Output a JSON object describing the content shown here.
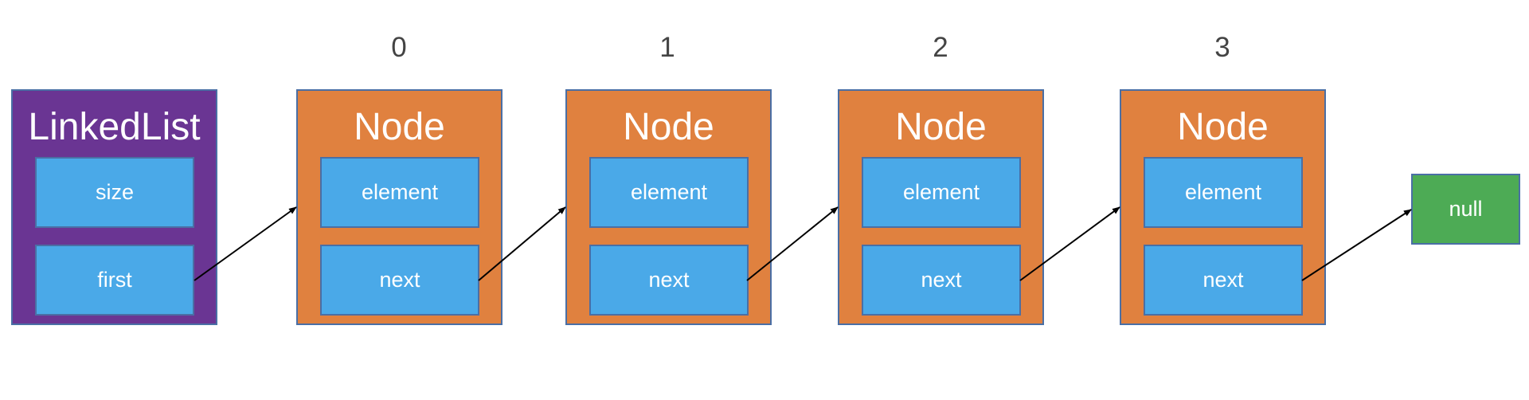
{
  "linked_list": {
    "title": "LinkedList",
    "fields": [
      "size",
      "first"
    ]
  },
  "nodes": [
    {
      "index": "0",
      "title": "Node",
      "fields": [
        "element",
        "next"
      ]
    },
    {
      "index": "1",
      "title": "Node",
      "fields": [
        "element",
        "next"
      ]
    },
    {
      "index": "2",
      "title": "Node",
      "fields": [
        "element",
        "next"
      ]
    },
    {
      "index": "3",
      "title": "Node",
      "fields": [
        "element",
        "next"
      ]
    }
  ],
  "terminal": {
    "label": "null"
  },
  "colors": {
    "list_fill": "#6a3593",
    "node_fill": "#e0813f",
    "field_fill": "#4aa9e8",
    "null_fill": "#4dab55",
    "border": "#4a6fa5",
    "arrow": "#000000"
  }
}
